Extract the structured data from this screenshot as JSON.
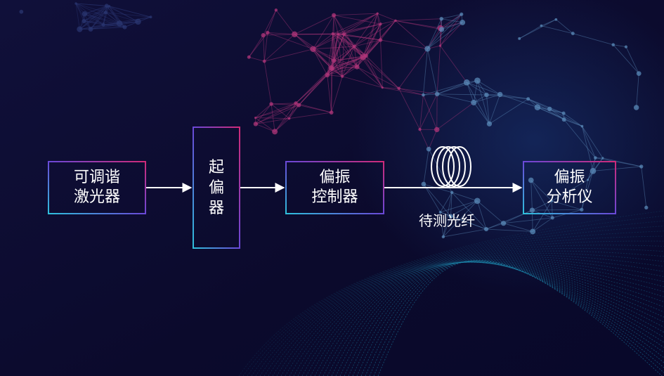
{
  "diagram": {
    "nodes": [
      {
        "id": "tunable-laser",
        "lines": [
          "可调谐",
          "激光器"
        ]
      },
      {
        "id": "polarizer",
        "lines": [
          "起",
          "偏",
          "器"
        ]
      },
      {
        "id": "polarization-controller",
        "lines": [
          "偏振",
          "控制器"
        ]
      },
      {
        "id": "polarization-analyzer",
        "lines": [
          "偏振",
          "分析仪"
        ]
      }
    ],
    "fiber_label": "待测光纤",
    "colors": {
      "background": "#0b0a2e",
      "box_gradient_start": "#c8257a",
      "box_gradient_mid": "#6a3fd6",
      "box_gradient_end": "#2fb6d8",
      "arrow": "#ffffff",
      "network_pink": "#b0357a",
      "network_blue": "#5a8ab8",
      "waves": "#1f93b8"
    }
  }
}
